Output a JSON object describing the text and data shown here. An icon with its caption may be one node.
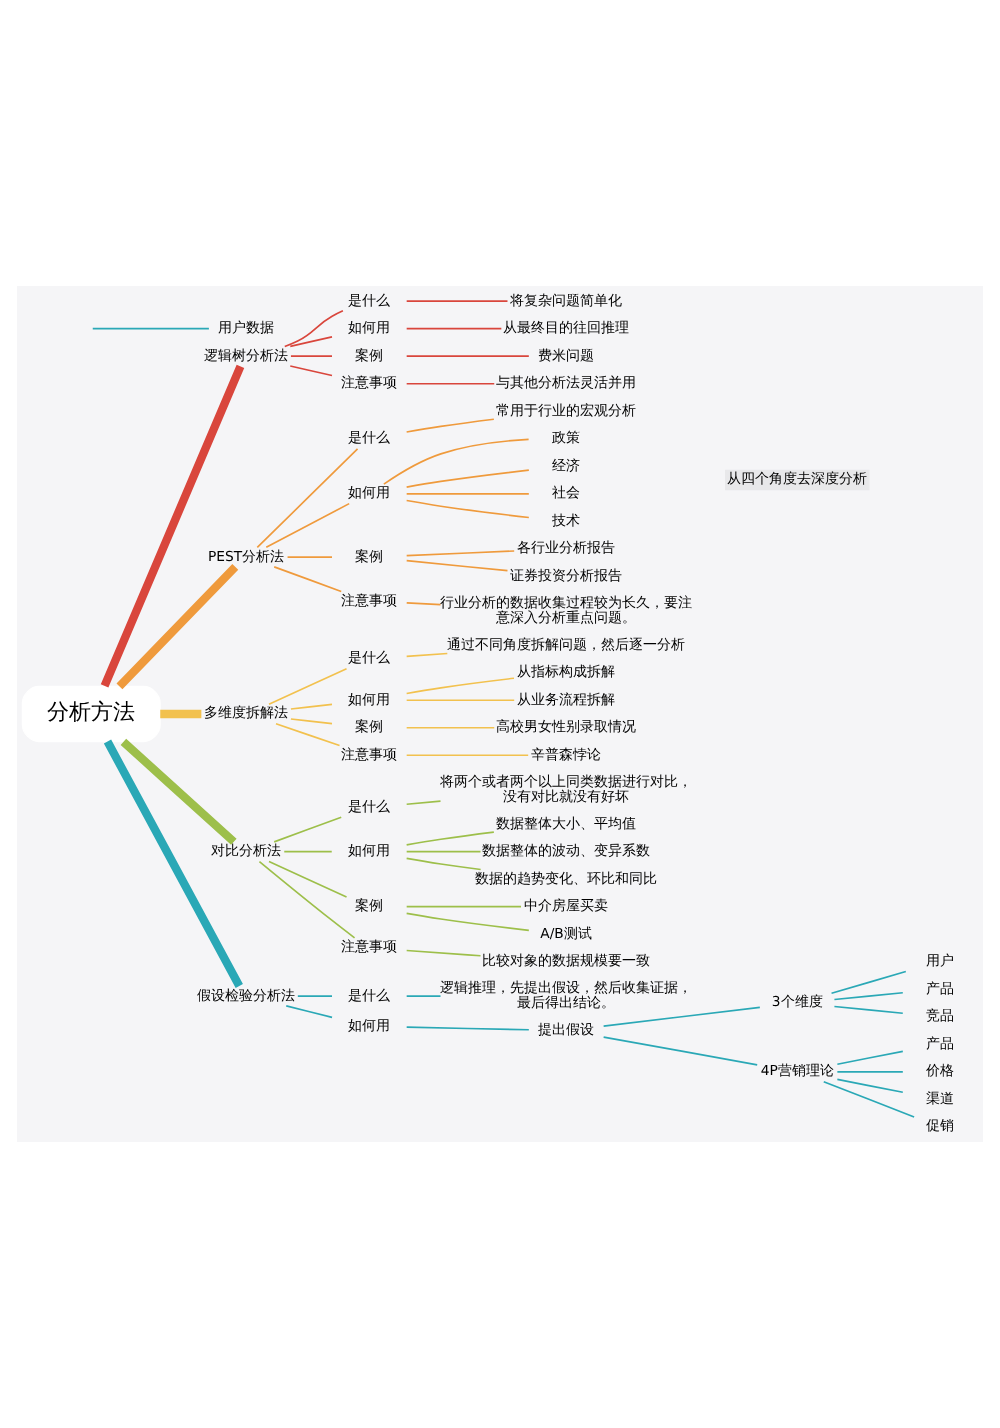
{
  "diagram": {
    "nodes": [
      {
        "text": [
          "分析方法"
        ]
      },
      {
        "text": [
          "逻辑树分析法"
        ]
      },
      {
        "text": [
          "是什么"
        ]
      },
      {
        "text": [
          "将复杂问题简单化"
        ]
      },
      {
        "text": [
          "如何用"
        ]
      },
      {
        "text": [
          "从最终目的往回推理"
        ]
      },
      {
        "text": [
          "案例"
        ]
      },
      {
        "text": [
          "费米问题"
        ]
      },
      {
        "text": [
          "注意事项"
        ]
      },
      {
        "text": [
          "与其他分析法灵活并用"
        ]
      },
      {
        "text": [
          "PEST分析法"
        ]
      },
      {
        "text": [
          "是什么"
        ]
      },
      {
        "text": [
          "常用于行业的宏观分析"
        ]
      },
      {
        "text": [
          "如何用"
        ]
      },
      {
        "text": [
          "政策"
        ]
      },
      {
        "text": [
          "经济"
        ]
      },
      {
        "text": [
          "社会"
        ]
      },
      {
        "text": [
          "技术"
        ]
      },
      {
        "text": [
          "从四个角度去深度分析"
        ]
      },
      {
        "text": [
          "案例"
        ]
      },
      {
        "text": [
          "各行业分析报告"
        ]
      },
      {
        "text": [
          "证券投资分析报告"
        ]
      },
      {
        "text": [
          "注意事项"
        ]
      },
      {
        "text": [
          "行业分析的数据收集过程较为长久，要注意深入分析重点问题。"
        ]
      },
      {
        "text": [
          "多维度拆解法"
        ]
      },
      {
        "text": [
          "是什么"
        ]
      },
      {
        "text": [
          "通过不同角度拆解问题，然后逐一分析"
        ]
      },
      {
        "text": [
          "如何用"
        ]
      },
      {
        "text": [
          "从指标构成拆解"
        ]
      },
      {
        "text": [
          "从业务流程拆解"
        ]
      },
      {
        "text": [
          "案例"
        ]
      },
      {
        "text": [
          "高校男女性别录取情况"
        ]
      },
      {
        "text": [
          "注意事项"
        ]
      },
      {
        "text": [
          "辛普森悖论"
        ]
      },
      {
        "text": [
          "对比分析法"
        ]
      },
      {
        "text": [
          "是什么"
        ]
      },
      {
        "text": [
          "将两个或者两个以上同类数据进行对比，没有对比就没有好坏"
        ]
      },
      {
        "text": [
          "如何用"
        ]
      },
      {
        "text": [
          "数据整体大小、平均值"
        ]
      },
      {
        "text": [
          "数据整体的波动、变异系数"
        ]
      },
      {
        "text": [
          "数据的趋势变化、环比和同比"
        ]
      },
      {
        "text": [
          "案例"
        ]
      },
      {
        "text": [
          "中介房屋买卖"
        ]
      },
      {
        "text": [
          "A/B测试"
        ]
      },
      {
        "text": [
          "注意事项"
        ]
      },
      {
        "text": [
          "比较对象的数据规模要一致"
        ]
      },
      {
        "text": [
          "假设检验分析法"
        ]
      },
      {
        "text": [
          "是什么"
        ]
      },
      {
        "text": [
          "逻辑推理，先提出假设，然后收集证据，最后得出结论。"
        ]
      },
      {
        "text": [
          "如何用"
        ]
      },
      {
        "text": [
          "提出假设"
        ]
      },
      {
        "text": [
          "3个维度"
        ]
      },
      {
        "text": [
          "用户"
        ]
      },
      {
        "text": [
          "产品"
        ]
      },
      {
        "text": [
          "竞品"
        ]
      },
      {
        "text": [
          "4P营销理论"
        ]
      },
      {
        "text": [
          "产品"
        ]
      },
      {
        "text": [
          "价格"
        ]
      },
      {
        "text": [
          "渠道"
        ]
      },
      {
        "text": [
          "促销"
        ]
      },
      {
        "text": [
          "用户数据"
        ]
      }
    ],
    "edges": [
      {
        "from": 0,
        "to": 1,
        "arrow": "none",
        "style": "thick",
        "color": "#d9463c"
      },
      {
        "from": 1,
        "to": 2,
        "arrow": "none",
        "color": "#d9463c"
      },
      {
        "from": 2,
        "to": 3,
        "arrow": "none",
        "color": "#d9463c"
      },
      {
        "from": 1,
        "to": 4,
        "arrow": "none",
        "color": "#d9463c"
      },
      {
        "from": 4,
        "to": 5,
        "arrow": "none",
        "color": "#d9463c"
      },
      {
        "from": 1,
        "to": 6,
        "arrow": "none",
        "color": "#d9463c"
      },
      {
        "from": 6,
        "to": 7,
        "arrow": "none",
        "color": "#d9463c"
      },
      {
        "from": 1,
        "to": 8,
        "arrow": "none",
        "color": "#d9463c"
      },
      {
        "from": 8,
        "to": 9,
        "arrow": "none",
        "color": "#d9463c"
      },
      {
        "from": 0,
        "to": 10,
        "arrow": "none",
        "style": "thick",
        "color": "#ef9a3c"
      },
      {
        "from": 10,
        "to": 11,
        "arrow": "none",
        "color": "#ef9a3c"
      },
      {
        "from": 11,
        "to": 12,
        "arrow": "none",
        "color": "#ef9a3c"
      },
      {
        "from": 10,
        "to": 13,
        "arrow": "none",
        "color": "#ef9a3c"
      },
      {
        "from": 13,
        "to": 14,
        "arrow": "none",
        "color": "#ef9a3c"
      },
      {
        "from": 13,
        "to": 15,
        "arrow": "none",
        "color": "#ef9a3c"
      },
      {
        "from": 13,
        "to": 16,
        "arrow": "none",
        "color": "#ef9a3c"
      },
      {
        "from": 13,
        "to": 17,
        "arrow": "none",
        "color": "#ef9a3c"
      },
      {
        "from": 10,
        "to": 19,
        "arrow": "none",
        "color": "#ef9a3c"
      },
      {
        "from": 19,
        "to": 20,
        "arrow": "none",
        "color": "#ef9a3c"
      },
      {
        "from": 19,
        "to": 21,
        "arrow": "none",
        "color": "#ef9a3c"
      },
      {
        "from": 10,
        "to": 22,
        "arrow": "none",
        "color": "#ef9a3c"
      },
      {
        "from": 22,
        "to": 23,
        "arrow": "none",
        "color": "#ef9a3c"
      },
      {
        "from": 0,
        "to": 24,
        "arrow": "none",
        "style": "thick",
        "color": "#f2c14e"
      },
      {
        "from": 24,
        "to": 25,
        "arrow": "none",
        "color": "#f2c14e"
      },
      {
        "from": 25,
        "to": 26,
        "arrow": "none",
        "color": "#f2c14e"
      },
      {
        "from": 24,
        "to": 27,
        "arrow": "none",
        "color": "#f2c14e"
      },
      {
        "from": 27,
        "to": 28,
        "arrow": "none",
        "color": "#f2c14e"
      },
      {
        "from": 27,
        "to": 29,
        "arrow": "none",
        "color": "#f2c14e"
      },
      {
        "from": 24,
        "to": 30,
        "arrow": "none",
        "color": "#f2c14e"
      },
      {
        "from": 30,
        "to": 31,
        "arrow": "none",
        "color": "#f2c14e"
      },
      {
        "from": 24,
        "to": 32,
        "arrow": "none",
        "color": "#f2c14e"
      },
      {
        "from": 32,
        "to": 33,
        "arrow": "none",
        "color": "#f2c14e"
      },
      {
        "from": 0,
        "to": 34,
        "arrow": "none",
        "style": "thick",
        "color": "#9dbf4a"
      },
      {
        "from": 34,
        "to": 35,
        "arrow": "none",
        "color": "#9dbf4a"
      },
      {
        "from": 35,
        "to": 36,
        "arrow": "none",
        "color": "#9dbf4a"
      },
      {
        "from": 34,
        "to": 37,
        "arrow": "none",
        "color": "#9dbf4a"
      },
      {
        "from": 37,
        "to": 38,
        "arrow": "none",
        "color": "#9dbf4a"
      },
      {
        "from": 37,
        "to": 39,
        "arrow": "none",
        "color": "#9dbf4a"
      },
      {
        "from": 37,
        "to": 40,
        "arrow": "none",
        "color": "#9dbf4a"
      },
      {
        "from": 34,
        "to": 41,
        "arrow": "none",
        "color": "#9dbf4a"
      },
      {
        "from": 41,
        "to": 42,
        "arrow": "none",
        "color": "#9dbf4a"
      },
      {
        "from": 41,
        "to": 43,
        "arrow": "none",
        "color": "#9dbf4a"
      },
      {
        "from": 34,
        "to": 44,
        "arrow": "none",
        "color": "#9dbf4a"
      },
      {
        "from": 44,
        "to": 45,
        "arrow": "none",
        "color": "#9dbf4a"
      },
      {
        "from": 0,
        "to": 46,
        "arrow": "none",
        "style": "thick",
        "color": "#2aa8b6"
      },
      {
        "from": 46,
        "to": 47,
        "arrow": "none",
        "color": "#2aa8b6"
      },
      {
        "from": 47,
        "to": 48,
        "arrow": "none",
        "color": "#2aa8b6"
      },
      {
        "from": 46,
        "to": 49,
        "arrow": "none",
        "color": "#2aa8b6"
      },
      {
        "from": 49,
        "to": 50,
        "arrow": "none",
        "color": "#2aa8b6"
      },
      {
        "from": 50,
        "to": 51,
        "arrow": "none",
        "color": "#2aa8b6"
      },
      {
        "from": 51,
        "to": 52,
        "arrow": "none",
        "color": "#2aa8b6"
      },
      {
        "from": 51,
        "to": 53,
        "arrow": "none",
        "color": "#2aa8b6"
      },
      {
        "from": 51,
        "to": 54,
        "arrow": "none",
        "color": "#2aa8b6"
      },
      {
        "from": 50,
        "to": 55,
        "arrow": "none",
        "color": "#2aa8b6"
      },
      {
        "from": 55,
        "to": 56,
        "arrow": "none",
        "color": "#2aa8b6"
      },
      {
        "from": 55,
        "to": 57,
        "arrow": "none",
        "color": "#2aa8b6"
      },
      {
        "from": 55,
        "to": 58,
        "arrow": "none",
        "color": "#2aa8b6"
      },
      {
        "from": 55,
        "to": 59,
        "arrow": "none",
        "color": "#2aa8b6"
      },
      {
        "from": null,
        "to": 60,
        "arrow": "none",
        "color": "#2aa8b6"
      }
    ]
  }
}
